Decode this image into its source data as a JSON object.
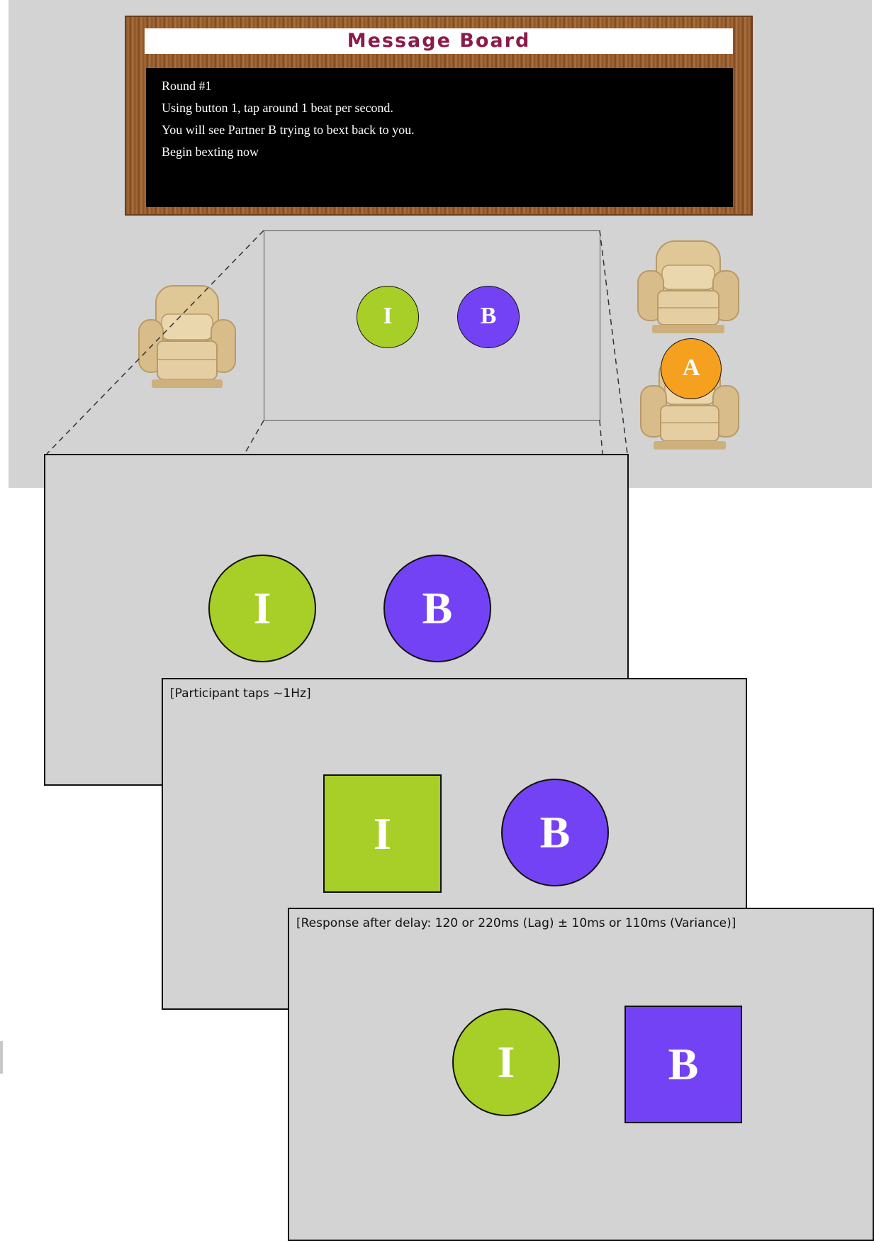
{
  "board": {
    "title": "Message Board",
    "lines": [
      "Round #1",
      "Using button 1, tap around 1 beat per second.",
      "You will see Partner B trying to bext back to you.",
      "Begin bexting now"
    ]
  },
  "labels": {
    "I": "I",
    "B": "B",
    "A": "A"
  },
  "panels": {
    "participant_taps": "[Participant taps ~1Hz]",
    "response": "[Response after delay: 120 or 220ms (Lag) ± 10ms or 110ms (Variance)]"
  },
  "colors": {
    "partner_I": "#a8ce28",
    "partner_B": "#7442f5",
    "partner_A": "#f5a01e",
    "room_background": "#d3d3d3",
    "board_title_text": "#8b1b4a"
  },
  "icons": [
    "armchair-icon"
  ]
}
